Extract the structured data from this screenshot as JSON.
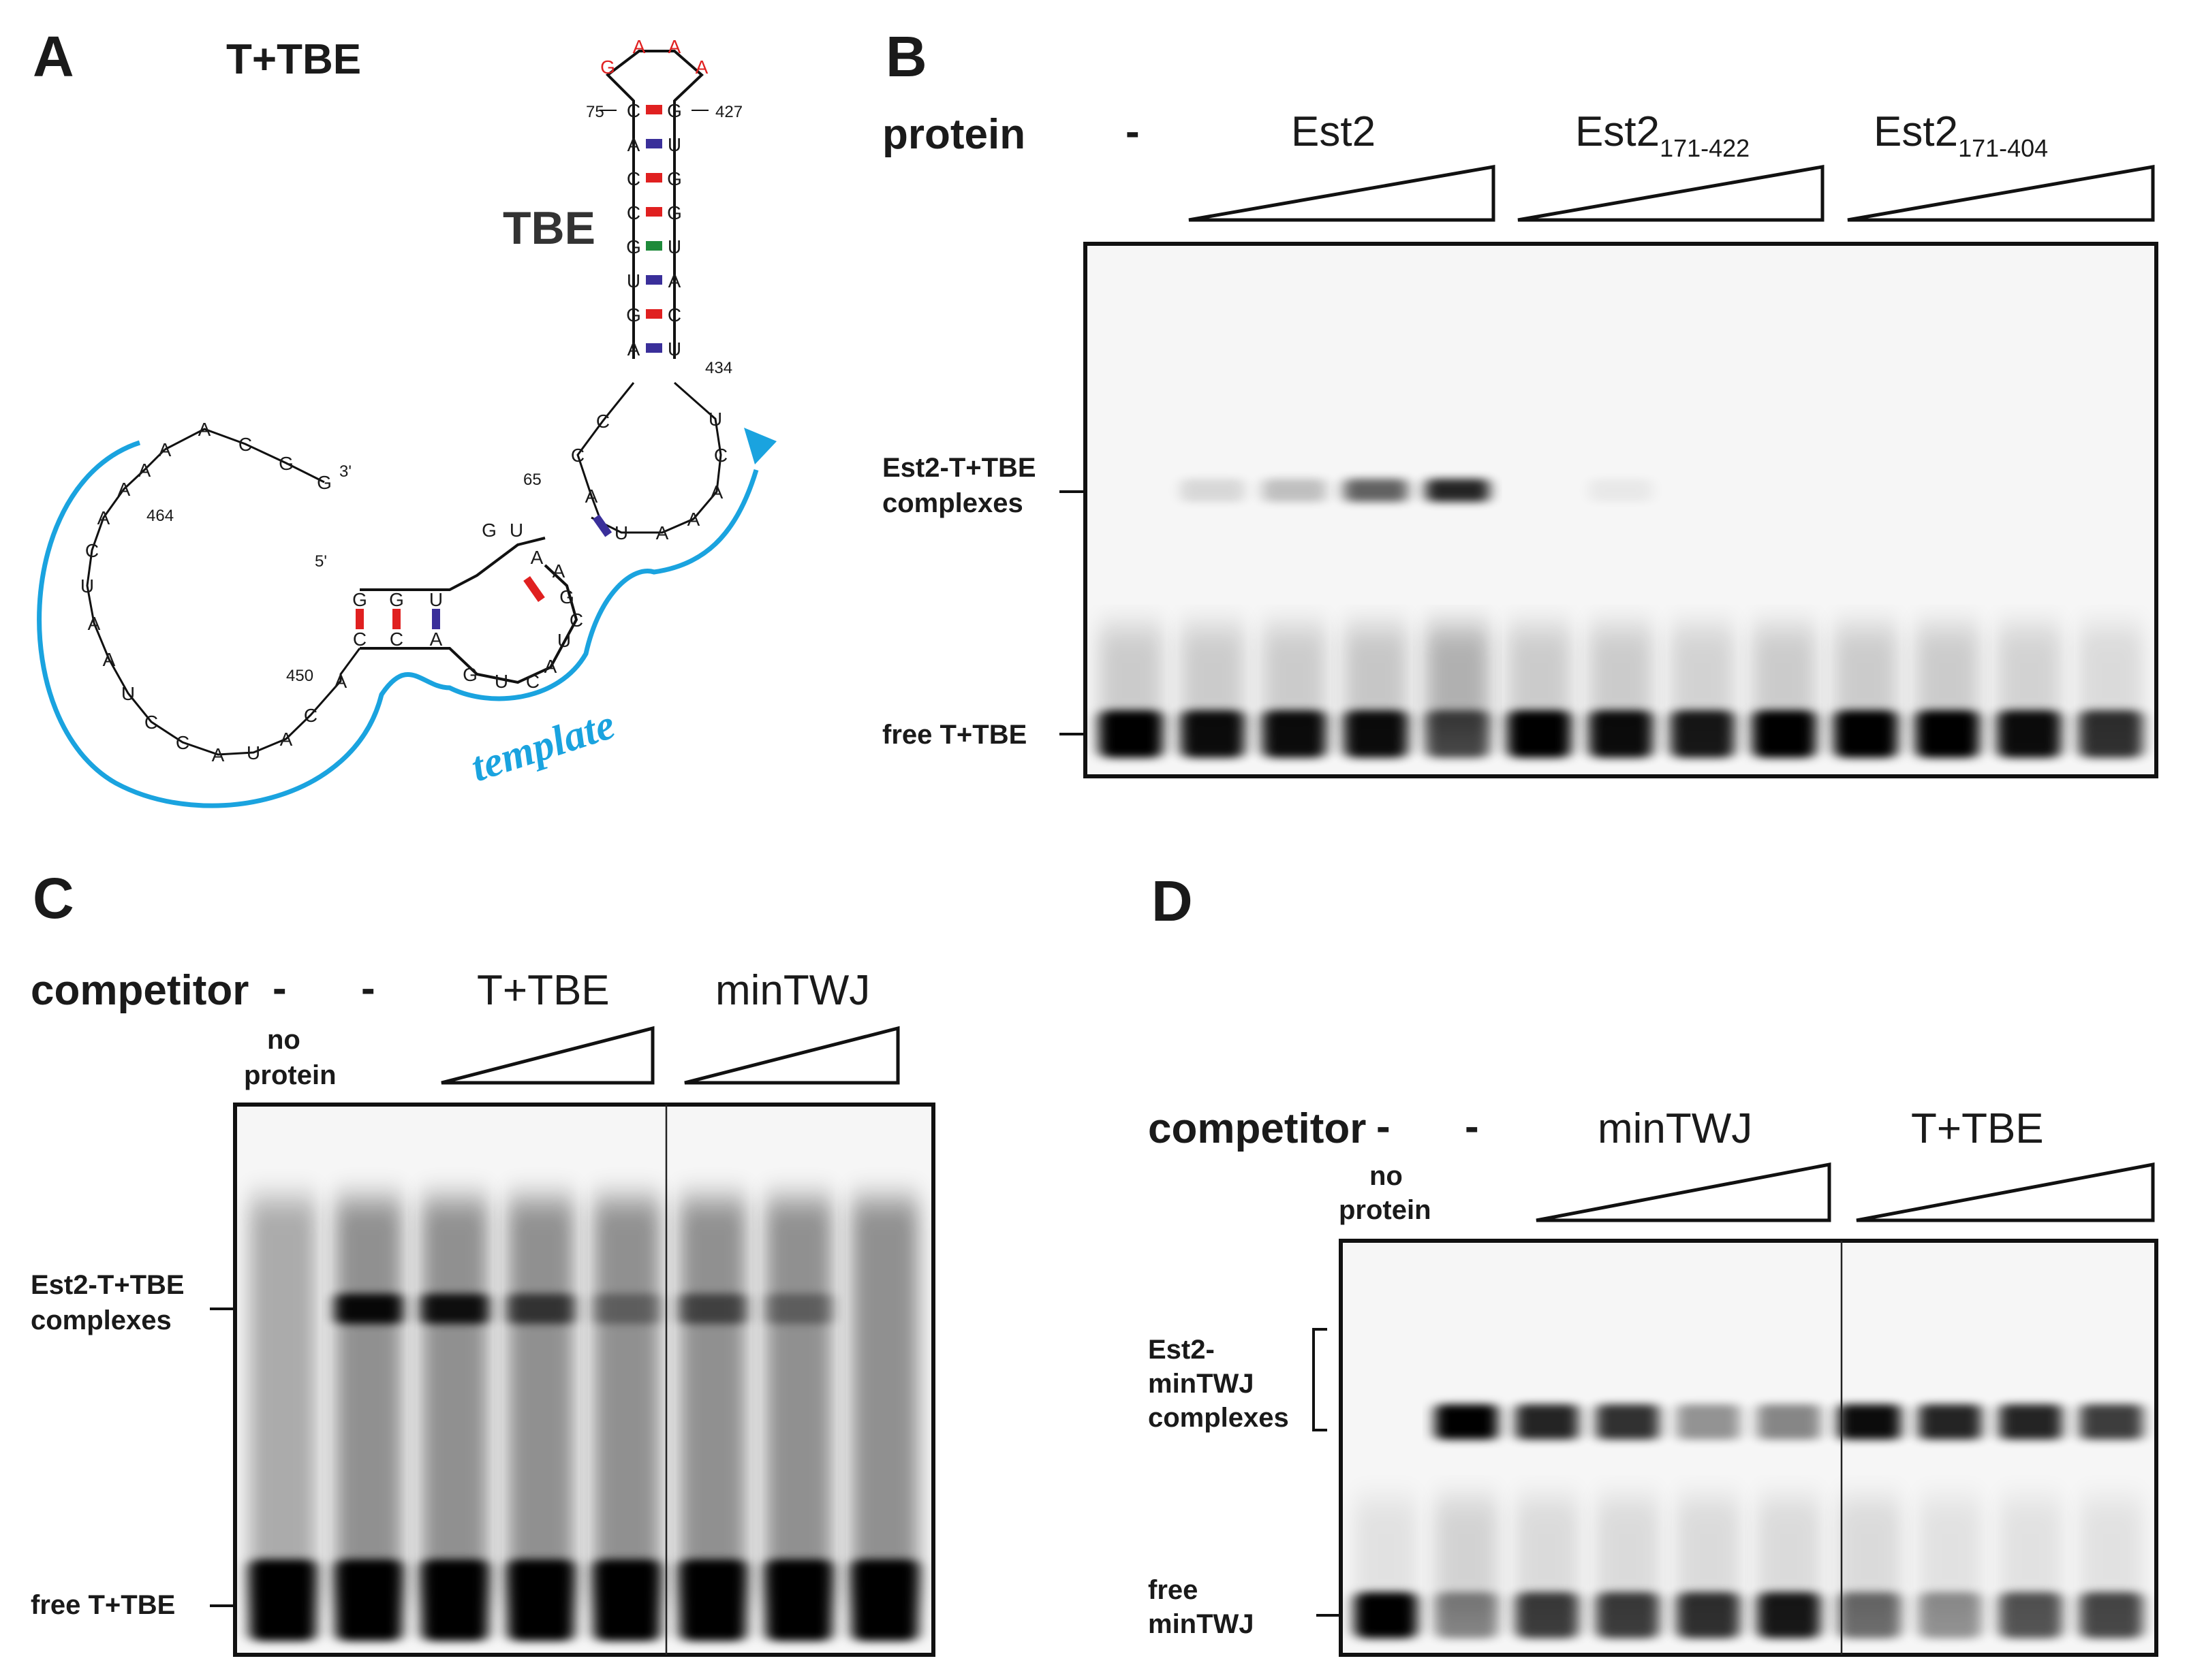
{
  "panelA": {
    "letter": "A",
    "title": "T+TBE",
    "tbe_label": "TBE",
    "template_label": "template",
    "loop_red": [
      "G",
      "A",
      "A",
      "A"
    ],
    "stem_left": [
      "C",
      "A",
      "C",
      "C",
      "G",
      "U",
      "G",
      "A"
    ],
    "stem_right": [
      "G",
      "U",
      "G",
      "G",
      "U",
      "A",
      "C",
      "U"
    ],
    "stem_pair_colors": [
      "#e02020",
      "#3a2f9a",
      "#e02020",
      "#e02020",
      "#1e8a3a",
      "#3a2f9a",
      "#e02020",
      "#3a2f9a"
    ],
    "arc_right": [
      "U",
      "C",
      "A",
      "A",
      "A",
      "U"
    ],
    "arc_left": [
      "C",
      "C",
      "A"
    ],
    "small_helix_top": [
      "G",
      "U"
    ],
    "small_helix_bottom": [
      "C",
      "C"
    ],
    "inner_loop": [
      "A",
      "A",
      "G",
      "C",
      "U",
      "A",
      "C",
      "U",
      "G"
    ],
    "pk_top": [
      "G",
      "G",
      "U"
    ],
    "pk_bottom": [
      "C",
      "C",
      "A"
    ],
    "big_loop": [
      "A",
      "C",
      "A",
      "U",
      "A",
      "C",
      "C",
      "U",
      "A",
      "A",
      "U",
      "C",
      "A",
      "A",
      "A",
      "A"
    ],
    "tail_3p": [
      "A",
      "C",
      "G",
      "G"
    ],
    "numbers": {
      "n75": "75",
      "n427": "427",
      "n434": "434",
      "n65": "65",
      "n5p": "5'",
      "n3p": "3'",
      "n450": "450",
      "n464": "464"
    }
  },
  "panelB": {
    "letter": "B",
    "row_label": "protein",
    "dash": "-",
    "groups": [
      "Est2",
      "Est2",
      "Est2"
    ],
    "group_subscripts": [
      "",
      "171-422",
      "171-404"
    ],
    "band_labels": {
      "complex_line1": "Est2-T+TBE",
      "complex_line2": "complexes",
      "free": "free T+TBE"
    },
    "lanes": 13
  },
  "panelC": {
    "letter": "C",
    "row_label": "competitor",
    "dash1": "-",
    "dash2": "-",
    "no_protein_1": "no",
    "no_protein_2": "protein",
    "groups": [
      "T+TBE",
      "minTWJ"
    ],
    "band_labels": {
      "complex_line1": "Est2-T+TBE",
      "complex_line2": "complexes",
      "free": "free T+TBE"
    },
    "lanes": 8
  },
  "panelD": {
    "letter": "D",
    "row_label": "competitor",
    "dash1": "-",
    "dash2": "-",
    "no_protein_1": "no",
    "no_protein_2": "protein",
    "groups": [
      "minTWJ",
      "T+TBE"
    ],
    "band_labels": {
      "complex_line1": "Est2-",
      "complex_line2": "minTWJ",
      "complex_line3": "complexes",
      "free_line1": "free",
      "free_line2": "minTWJ"
    },
    "lanes": 10
  },
  "gels": {
    "B": {
      "complex_intensity": [
        0,
        0.12,
        0.22,
        0.6,
        0.85,
        0,
        0.05,
        0,
        0,
        0,
        0,
        0,
        0
      ],
      "free_intensity": [
        1,
        0.95,
        0.95,
        0.95,
        0.7,
        1,
        0.95,
        0.9,
        1,
        1,
        1,
        0.95,
        0.8
      ],
      "smear_intensity": [
        0.3,
        0.3,
        0.3,
        0.35,
        0.5,
        0.3,
        0.3,
        0.25,
        0.3,
        0.3,
        0.3,
        0.25,
        0.2
      ]
    },
    "C": {
      "complex_intensity": [
        0,
        0.95,
        0.9,
        0.65,
        0.35,
        0.55,
        0.35,
        0
      ],
      "free_intensity": [
        1,
        1,
        1,
        1,
        1,
        1,
        1,
        1
      ],
      "smear_intensity": [
        0.55,
        0.75,
        0.75,
        0.75,
        0.75,
        0.75,
        0.75,
        0.75
      ]
    },
    "D": {
      "complex_intensity": [
        0,
        1,
        0.85,
        0.8,
        0.4,
        0.45,
        0.95,
        0.85,
        0.85,
        0.75
      ],
      "free_intensity": [
        1,
        0.45,
        0.75,
        0.75,
        0.8,
        0.9,
        0.55,
        0.4,
        0.65,
        0.7
      ],
      "smear_intensity": [
        0.15,
        0.25,
        0.2,
        0.2,
        0.2,
        0.2,
        0.2,
        0.15,
        0.15,
        0.15
      ]
    }
  },
  "colors": {
    "template_arc": "#1aa3df",
    "pair_red": "#e02020",
    "pair_blue": "#3a2f9a",
    "pair_green": "#1e8a3a",
    "loop_red_text": "#e02020"
  }
}
